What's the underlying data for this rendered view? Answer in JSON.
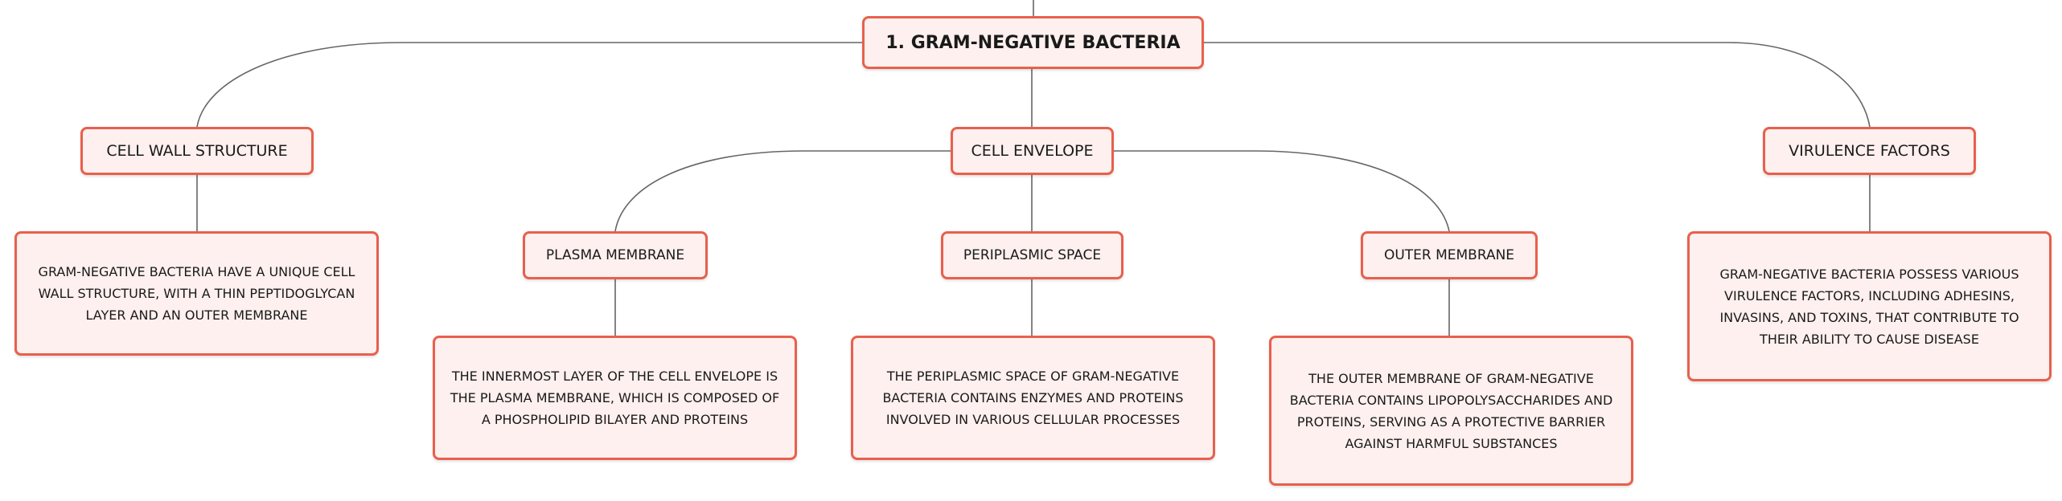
{
  "root": {
    "label": "1. GRAM-NEGATIVE BACTERIA"
  },
  "cell_wall": {
    "label": "CELL WALL STRUCTURE",
    "description": "GRAM-NEGATIVE BACTERIA HAVE A UNIQUE CELL WALL STRUCTURE, WITH A THIN PEPTIDOGLYCAN LAYER AND AN OUTER MEMBRANE"
  },
  "cell_envelope": {
    "label": "CELL ENVELOPE",
    "plasma_membrane": {
      "label": "PLASMA MEMBRANE",
      "description": "THE INNERMOST LAYER OF THE CELL ENVELOPE IS THE PLASMA MEMBRANE, WHICH IS COMPOSED OF A PHOSPHOLIPID BILAYER AND PROTEINS"
    },
    "periplasmic_space": {
      "label": "PERIPLASMIC SPACE",
      "description": "THE PERIPLASMIC SPACE OF GRAM-NEGATIVE BACTERIA CONTAINS ENZYMES AND PROTEINS INVOLVED IN VARIOUS CELLULAR PROCESSES"
    },
    "outer_membrane": {
      "label": "OUTER MEMBRANE",
      "description": "THE OUTER MEMBRANE OF GRAM-NEGATIVE BACTERIA CONTAINS LIPOPOLYSACCHARIDES AND PROTEINS, SERVING AS A PROTECTIVE BARRIER AGAINST HARMFUL SUBSTANCES"
    }
  },
  "virulence": {
    "label": "VIRULENCE FACTORS",
    "description": "GRAM-NEGATIVE BACTERIA POSSESS VARIOUS VIRULENCE FACTORS, INCLUDING ADHESINS, INVASINS, AND TOXINS, THAT CONTRIBUTE TO THEIR ABILITY TO CAUSE DISEASE"
  },
  "colors": {
    "border": "#e8604c",
    "fill": "#fdf0ee",
    "line": "#555555"
  }
}
